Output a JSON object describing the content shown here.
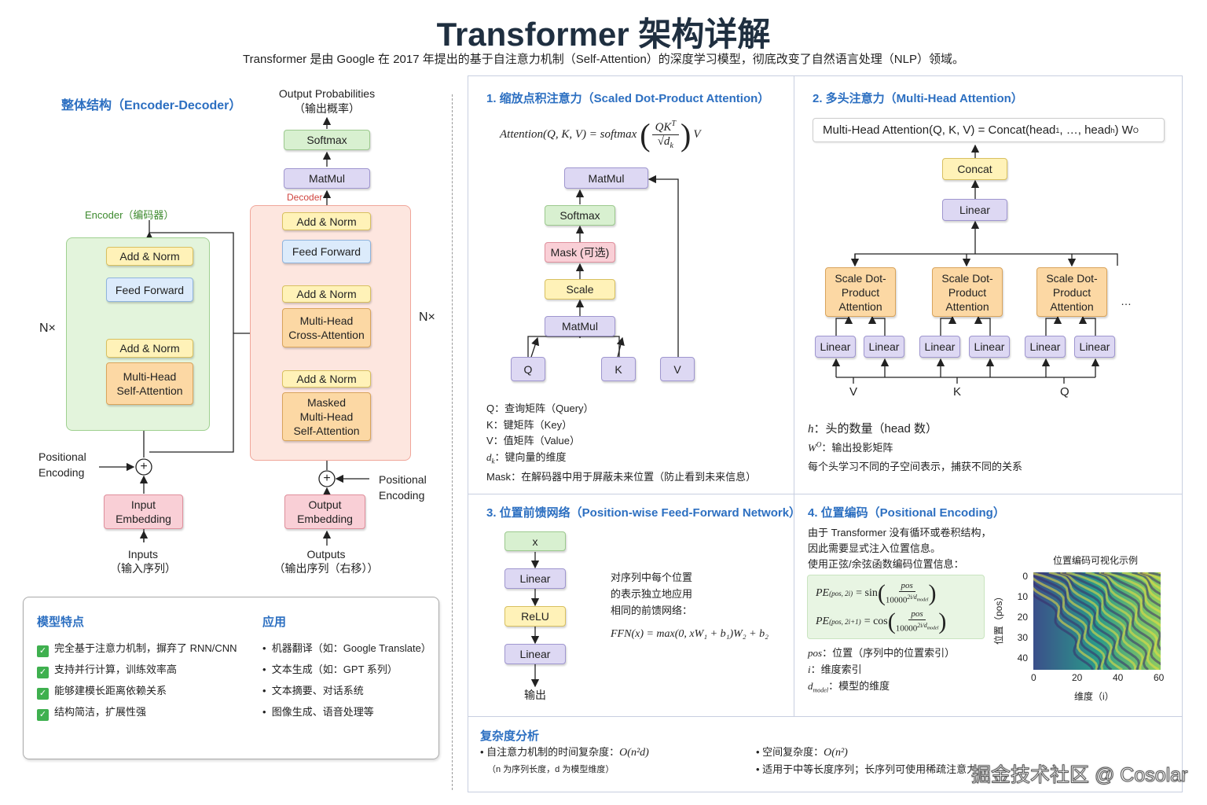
{
  "header": {
    "title": "Transformer 架构详解",
    "subtitle": "Transformer 是由 Google 在 2017 年提出的基于自注意力机制（Self-Attention）的深度学习模型，彻底改变了自然语言处理（NLP）领域。"
  },
  "overall": {
    "title": "整体结构（Encoder-Decoder）",
    "output_prob": "Output Probabilities",
    "output_prob_cn": "（输出概率）",
    "softmax": "Softmax",
    "matmul": "MatMul",
    "decoder_label": "Decoder",
    "encoder_label": "Encoder（编码器）",
    "nx_left": "N×",
    "nx_right": "N×",
    "enc_add_norm_top": "Add & Norm",
    "enc_feed_forward": "Feed Forward",
    "enc_add_norm_bottom": "Add & Norm",
    "enc_mha_1": "Multi-Head",
    "enc_mha_2": "Self-Attention",
    "dec_add_norm_1": "Add & Norm",
    "dec_feed_forward": "Feed Forward",
    "dec_add_norm_2": "Add & Norm",
    "dec_cross_1": "Multi-Head",
    "dec_cross_2": "Cross-Attention",
    "dec_add_norm_3": "Add & Norm",
    "dec_masked_1": "Masked",
    "dec_masked_2": "Multi-Head",
    "dec_masked_3": "Self-Attention",
    "pos_enc_left_1": "Positional",
    "pos_enc_left_2": "Encoding",
    "pos_enc_right_1": "Positional",
    "pos_enc_right_2": "Encoding",
    "input_emb_1": "Input",
    "input_emb_2": "Embedding",
    "output_emb_1": "Output",
    "output_emb_2": "Embedding",
    "inputs": "Inputs",
    "inputs_cn": "（输入序列）",
    "outputs": "Outputs",
    "outputs_cn": "（输出序列（右移））",
    "plus": "+"
  },
  "features": {
    "title": "模型特点",
    "items": [
      "完全基于注意力机制，摒弃了 RNN/CNN",
      "支持并行计算，训练效率高",
      "能够建模长距离依赖关系",
      "结构简洁，扩展性强"
    ],
    "check": "✓"
  },
  "applications": {
    "title": "应用",
    "items": [
      "机器翻译（如：Google Translate）",
      "文本生成（如：GPT 系列）",
      "文本摘要、对话系统",
      "图像生成、语音处理等"
    ],
    "bullet": "•"
  },
  "sdpa": {
    "title": "1. 缩放点积注意力（Scaled Dot-Product Attention）",
    "formula_lhs": "Attention(Q, K, V) = softmax",
    "formula_num": "QK",
    "formula_sup": "T",
    "formula_den": "√d",
    "formula_den_sub": "k",
    "formula_v": "V",
    "matmul_top": "MatMul",
    "softmax": "Softmax",
    "mask": "Mask (可选)",
    "scale": "Scale",
    "matmul_bottom": "MatMul",
    "q": "Q",
    "k": "K",
    "v": "V",
    "legend": [
      {
        "sym": "Q",
        "text": "：查询矩阵（Query）"
      },
      {
        "sym": "K",
        "text": "：键矩阵（Key）"
      },
      {
        "sym": "V",
        "text": "：值矩阵（Value）"
      },
      {
        "sym": "d",
        "sub": "k",
        "text": "：键向量的维度"
      },
      {
        "sym": "Mask",
        "text": "：在解码器中用于屏蔽未来位置（防止看到未来信息）"
      }
    ]
  },
  "mha": {
    "title": "2. 多头注意力（Multi-Head Attention）",
    "formula": "Multi-Head Attention(Q, K, V) = Concat(head",
    "formula_mid": ", …, head",
    "formula_end": ") W",
    "formula_sub1": "1",
    "formula_subh": "h",
    "formula_sup": "O",
    "concat": "Concat",
    "linear": "Linear",
    "heads": [
      "Scale Dot-",
      "Product",
      "Attention"
    ],
    "ellipsis": "…",
    "linears": [
      "Linear",
      "Linear",
      "Linear",
      "Linear",
      "Linear",
      "Linear"
    ],
    "v": "V",
    "k": "K",
    "q": "Q",
    "desc_h_sym": "h",
    "desc_h": "：头的数量（head 数）",
    "desc_w_sym": "W",
    "desc_w_sup": "O",
    "desc_w": "：输出投影矩阵",
    "desc_line": "每个头学习不同的子空间表示，捕获不同的关系"
  },
  "ffn": {
    "title": "3. 位置前馈网络（Position-wise Feed-Forward Network）",
    "x": "x",
    "linear1": "Linear",
    "relu": "ReLU",
    "linear2": "Linear",
    "output": "输出",
    "desc": [
      "对序列中每个位置",
      "的表示独立地应用",
      "相同的前馈网络："
    ],
    "formula": "FFN(x) = max(0, xW₁ + b₁)W₂ + b₂"
  },
  "pe": {
    "title": "4. 位置编码（Positional Encoding）",
    "desc": [
      "由于 Transformer 没有循环或卷积结构，",
      "因此需要显式注入位置信息。",
      "使用正弦/余弦函数编码位置信息："
    ],
    "pe1_lhs": "PE",
    "pe1_sub": "(pos, 2i)",
    "pe1_fn": "= sin",
    "pe2_lhs": "PE",
    "pe2_sub": "(pos, 2i+1)",
    "pe2_fn": "= cos",
    "num": "pos",
    "den": "10000",
    "den_sup": "2i/d",
    "den_sup_sub": "model",
    "legend": [
      {
        "sym": "pos",
        "text": "：位置（序列中的位置索引）"
      },
      {
        "sym": "i",
        "text": "：维度索引"
      },
      {
        "sym": "d",
        "sub": "model",
        "text": "：模型的维度"
      }
    ],
    "heatmap_title": "位置编码可视化示例",
    "ylabel": "位置（pos）",
    "xlabel": "维度（i）",
    "yticks": [
      "0",
      "10",
      "20",
      "30",
      "40"
    ],
    "xticks": [
      "0",
      "20",
      "40",
      "60"
    ]
  },
  "complexity": {
    "title": "复杂度分析",
    "time": "• 自注意力机制的时间复杂度：",
    "time_math": "O(n²d)",
    "time_note": "（n 为序列长度，d 为模型维度）",
    "space": "• 空间复杂度：",
    "space_math": "O(n²)",
    "note": "• 适用于中等长度序列；长序列可使用稀疏注意力"
  },
  "watermark": "掘金技术社区 @ Cosolar",
  "colors": {
    "accent": "#2c6fc1",
    "green": "#d8f0d0",
    "yellow": "#fff2b8",
    "blue": "#dcebfb",
    "orange": "#fcd8a4",
    "purple": "#ddd8f3",
    "pink": "#f9cfd6"
  }
}
